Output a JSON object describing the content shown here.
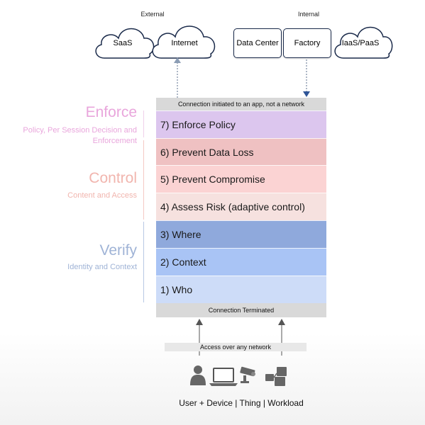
{
  "groups": {
    "external_label": "External",
    "internal_label": "Internal"
  },
  "clouds": {
    "saas": "SaaS",
    "internet": "Internet",
    "iaas_paas": "IaaS/PaaS"
  },
  "servers": {
    "data_center": "Data Center",
    "factory": "Factory"
  },
  "stack": {
    "top_banner": "Connection initiated to an app, not a network",
    "bottom_banner": "Connection Terminated",
    "layers": [
      {
        "label": "7) Enforce Policy",
        "color": "#dcc6ee"
      },
      {
        "label": "6) Prevent Data Loss",
        "color": "#efc1c2"
      },
      {
        "label": "5) Prevent Compromise",
        "color": "#fbd3d3"
      },
      {
        "label": "4) Assess Risk (adaptive control)",
        "color": "#f6e1df"
      },
      {
        "label": "3) Where",
        "color": "#8fa9dc"
      },
      {
        "label": "2) Context",
        "color": "#a9c4f5"
      },
      {
        "label": "1) Who",
        "color": "#cddcf8"
      }
    ]
  },
  "sections": {
    "enforce": {
      "title": "Enforce",
      "subtitle_line1": "Policy, Per Session Decision and",
      "subtitle_line2": "Enforcement",
      "color": "#e9a6dc"
    },
    "control": {
      "title": "Control",
      "subtitle": "Content and Access",
      "color": "#f1b5ae"
    },
    "verify": {
      "title": "Verify",
      "subtitle": "Identity and Context",
      "color": "#9fb3d6"
    }
  },
  "bottom": {
    "access_label": "Access over any network",
    "endpoints_caption": "User + Device | Thing | Workload",
    "icons": [
      "user-icon",
      "laptop-icon",
      "camera-icon",
      "workload-icon"
    ]
  }
}
